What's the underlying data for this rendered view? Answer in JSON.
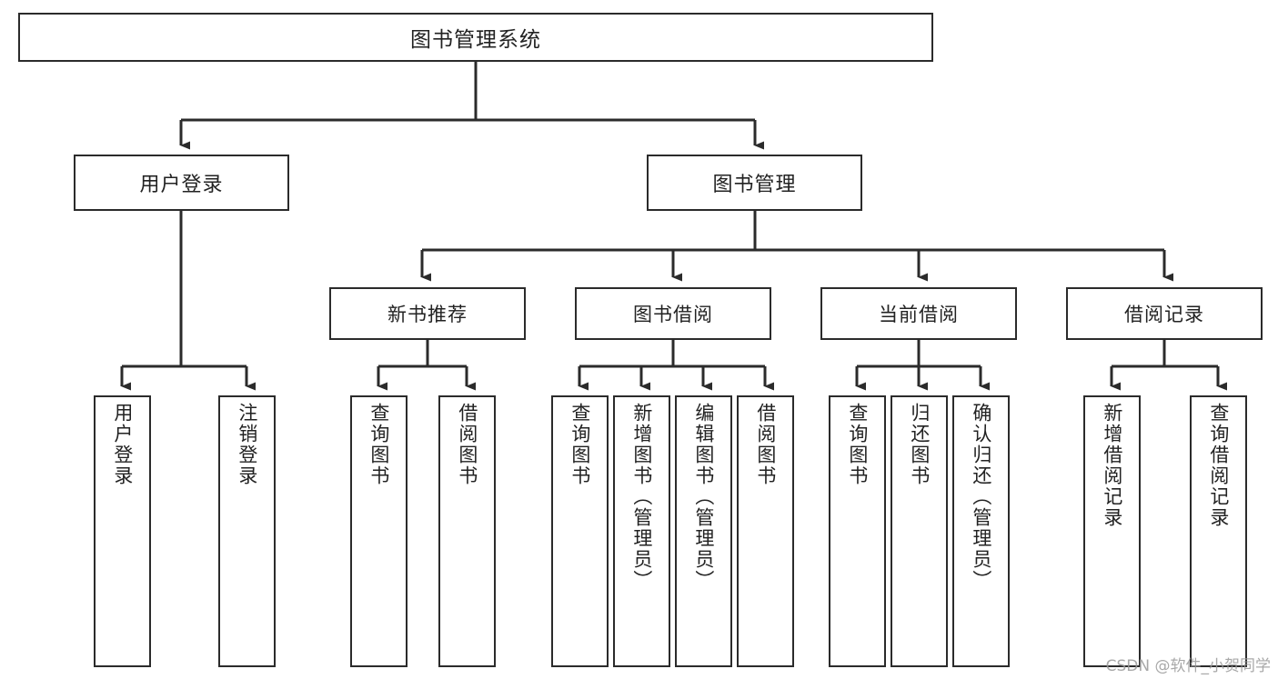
{
  "diagram": {
    "title": "图书管理系统",
    "type": "功能结构图",
    "line_color": "#2b2b2b",
    "box_fill": "#ffffff",
    "text_color": "#222222"
  },
  "nodes": {
    "root": {
      "label": "图书管理系统"
    },
    "level1": [
      {
        "id": "user-login",
        "label": "用户登录"
      },
      {
        "id": "book-manage",
        "label": "图书管理"
      }
    ],
    "level2": [
      {
        "id": "new-book-recommend",
        "label": "新书推荐"
      },
      {
        "id": "book-borrow",
        "label": "图书借阅"
      },
      {
        "id": "current-borrow",
        "label": "当前借阅"
      },
      {
        "id": "borrow-record",
        "label": "借阅记录"
      }
    ],
    "leaves": {
      "user_login": [
        {
          "id": "leaf-user-login",
          "label": "用户登录"
        },
        {
          "id": "leaf-logout-login",
          "label": "注销登录"
        }
      ],
      "new_book_recommend": [
        {
          "id": "leaf-query-book-1",
          "label": "查询图书"
        },
        {
          "id": "leaf-borrow-book-1",
          "label": "借阅图书"
        }
      ],
      "book_borrow": [
        {
          "id": "leaf-query-book-2",
          "label": "查询图书"
        },
        {
          "id": "leaf-add-book-admin",
          "label": "新增图书（管理员）"
        },
        {
          "id": "leaf-edit-book-admin",
          "label": "编辑图书（管理员）"
        },
        {
          "id": "leaf-borrow-book-2",
          "label": "借阅图书"
        }
      ],
      "current_borrow": [
        {
          "id": "leaf-query-book-3",
          "label": "查询图书"
        },
        {
          "id": "leaf-return-book",
          "label": "归还图书"
        },
        {
          "id": "leaf-confirm-return-admin",
          "label": "确认归还（管理员）"
        }
      ],
      "borrow_record": [
        {
          "id": "leaf-add-borrow-record",
          "label": "新增借阅记录"
        },
        {
          "id": "leaf-query-borrow-record",
          "label": "查询借阅记录"
        }
      ]
    }
  },
  "watermark": {
    "text": "CSDN @软件_小贺同学"
  }
}
